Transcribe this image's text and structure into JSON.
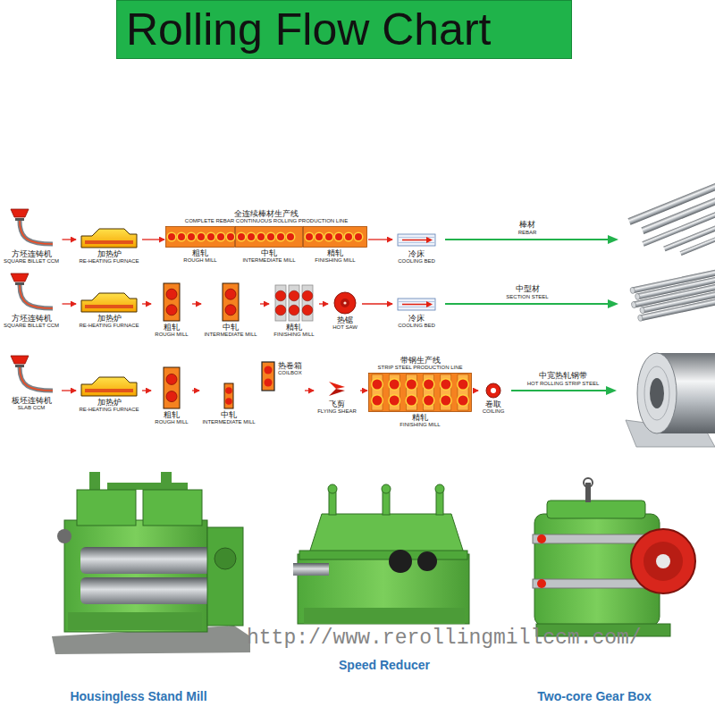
{
  "diagram": {
    "title": "Rolling Flow Chart",
    "nodes": [
      {
        "text": [
          "方坯连铸机",
          "SQUARE BILLET CCM"
        ]
      },
      {
        "text": [
          "加热炉",
          "RE-HEATING FURNACE"
        ]
      },
      {
        "text": [
          "全连续棒材生产线",
          "COMPLETE REBAR CONTINUOUS ROLLING PRODUCTION LINE"
        ]
      },
      {
        "text": [
          "粗轧",
          "ROUGH MILL"
        ],
        "in": 2
      },
      {
        "text": [
          "中轧",
          "INTERMEDIATE MILL"
        ],
        "in": 2
      },
      {
        "text": [
          "精轧",
          "FINISHING MILL"
        ],
        "in": 2
      },
      {
        "text": [
          "冷床",
          "COOLING BED"
        ]
      },
      {
        "text": [
          "方坯连铸机",
          "SQUARE BILLET CCM"
        ]
      },
      {
        "text": [
          "加热炉",
          "RE-HEATING FURNACE"
        ]
      },
      {
        "text": [
          "粗轧",
          "ROUGH MILL"
        ]
      },
      {
        "text": [
          "中轧",
          "INTERMEDIATE MILL"
        ]
      },
      {
        "text": [
          "精轧",
          "FINISHING MILL"
        ]
      },
      {
        "text": [
          "热锯",
          "HOT SAW"
        ]
      },
      {
        "text": [
          "冷床",
          "COOLING BED"
        ]
      },
      {
        "text": [
          "板坯连铸机",
          "SLAB CCM"
        ]
      },
      {
        "text": [
          "加热炉",
          "RE-HEATING FURNACE"
        ]
      },
      {
        "text": [
          "粗轧",
          "ROUGH MILL"
        ]
      },
      {
        "text": [
          "中轧",
          "INTERMEDIATE MILL"
        ]
      },
      {
        "text": [
          "热卷箱",
          "COILBOX"
        ]
      },
      {
        "text": [
          "飞剪",
          "FLYING SHEAR"
        ]
      },
      {
        "text": [
          "带钢生产线",
          "STRIP STEEL PRODUCTION LINE"
        ]
      },
      {
        "text": [
          "精轧",
          "FINISHING MILL"
        ],
        "in": 20
      },
      {
        "text": [
          "卷取",
          "COILING"
        ]
      }
    ],
    "edges": [
      {
        "from": 0,
        "to": 1,
        "arrow": "to"
      },
      {
        "from": 1,
        "to": 2,
        "arrow": "to"
      },
      {
        "from": 2,
        "to": 6,
        "arrow": "to"
      },
      {
        "from": 7,
        "to": 8,
        "arrow": "to"
      },
      {
        "from": 8,
        "to": 9,
        "arrow": "to"
      },
      {
        "from": 9,
        "to": 10,
        "arrow": "to"
      },
      {
        "from": 10,
        "to": 11,
        "arrow": "to"
      },
      {
        "from": 11,
        "to": 12,
        "arrow": "to"
      },
      {
        "from": 12,
        "to": 13,
        "arrow": "to"
      },
      {
        "from": 14,
        "to": 15,
        "arrow": "to"
      },
      {
        "from": 15,
        "to": 16,
        "arrow": "to"
      },
      {
        "from": 16,
        "to": 17,
        "arrow": "to"
      },
      {
        "from": 18,
        "to": 19,
        "arrow": "to"
      },
      {
        "from": 19,
        "to": 20,
        "arrow": "to"
      },
      {
        "from": 20,
        "to": 22,
        "arrow": "to"
      }
    ],
    "labels": [
      "棒材",
      "REBAR",
      "中型材",
      "SECTION STEEL",
      "中宽热轧钢带",
      "HOT ROLLING STRIP STEEL",
      "http://www.rerollingmillccm.com/",
      "Speed Reducer",
      "Housingless Stand Mill",
      "Two-core Gear Box"
    ]
  }
}
